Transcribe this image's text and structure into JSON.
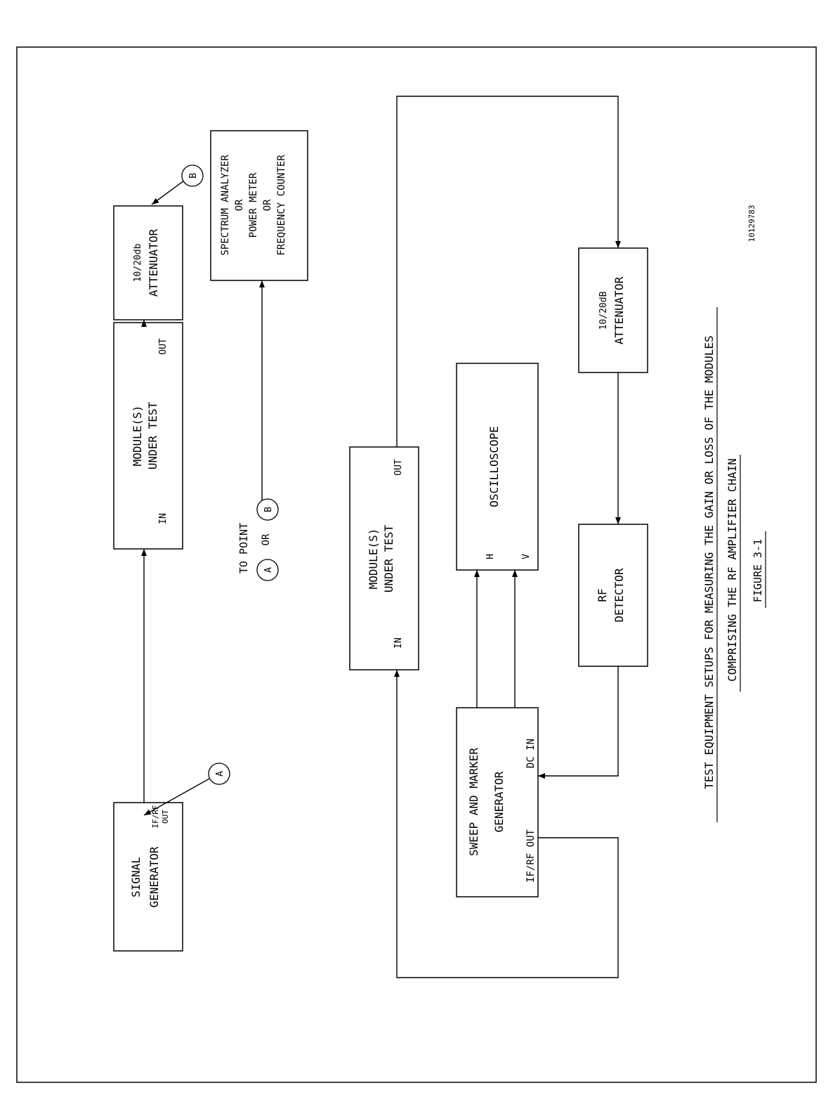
{
  "signal_generator": {
    "line1": "SIGNAL",
    "line2": "GENERATOR",
    "port_line1": "IF/RF",
    "port_line2": "OUT"
  },
  "module_top": {
    "line1": "MODULE(S)",
    "line2": "UNDER TEST",
    "in": "IN",
    "out": "OUT"
  },
  "attenuator_top": {
    "line1": "10/20db",
    "line2": "ATTENUATOR"
  },
  "meter": {
    "line1": "SPECTRUM ANALYZER",
    "line2": "OR",
    "line3": "POWER METER",
    "line4": "OR",
    "line5": "FREQUENCY COUNTER"
  },
  "point_note": {
    "prefix": "TO POINT",
    "or": "OR"
  },
  "point_a": "A",
  "point_b": "B",
  "module_bottom": {
    "line1": "MODULE(S)",
    "line2": "UNDER TEST",
    "in": "IN",
    "out": "OUT"
  },
  "oscilloscope": {
    "label": "OSCILLOSCOPE",
    "h": "H",
    "v": "V"
  },
  "attenuator_bottom": {
    "line1": "10/20dB",
    "line2": "ATTENUATOR"
  },
  "rf_detector": {
    "line1": "RF",
    "line2": "DETECTOR"
  },
  "sweep_generator": {
    "line1": "SWEEP AND MARKER",
    "line2": "GENERATOR",
    "port_out": "IF/RF OUT",
    "port_in": "DC IN"
  },
  "drawing_number": "10129783",
  "caption": {
    "line1": "TEST EQUIPMENT SETUPS FOR MEASURING THE GAIN OR LOSS OF THE MODULES",
    "line2": "COMPRISING THE RF AMPLIFIER CHAIN",
    "line3": "FIGURE 3-1"
  }
}
